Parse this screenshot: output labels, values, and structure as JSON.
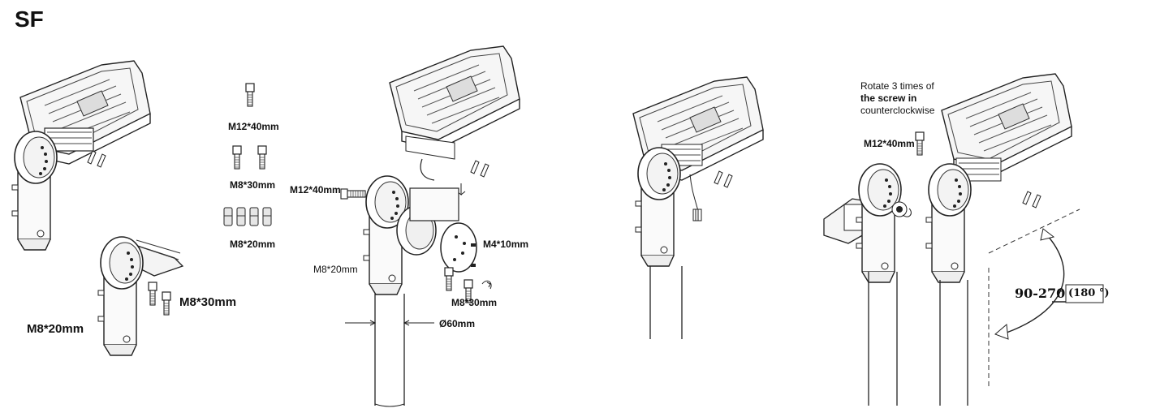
{
  "title": "SF",
  "labels": {
    "m12_40_top": "M12*40mm",
    "m8_30_top": "M8*30mm",
    "m8_20_top": "M8*20mm",
    "m8_30_left": "M8*30mm",
    "m8_20_left": "M8*20mm",
    "m12_40_mid": "M12*40mm",
    "m4_10": "M4*10mm",
    "m8_20_mid": "M8*20mm",
    "m8_30_mid": "M8*30mm",
    "diameter": "Ø60mm",
    "m12_40_right": "M12*40mm"
  },
  "note": {
    "line1": "Rotate 3 times of",
    "line2": "the screw in",
    "line3": "counterclockwise"
  },
  "angle": {
    "range": "90-270",
    "degree": "°",
    "default": "(180 °)"
  }
}
